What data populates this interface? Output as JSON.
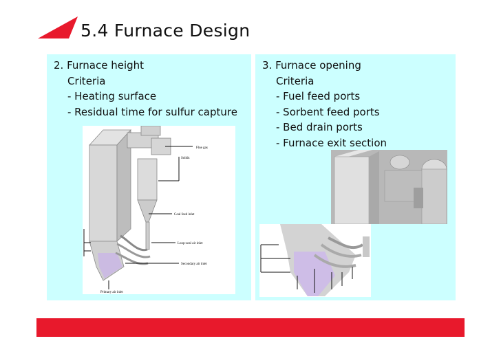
{
  "slide": {
    "title": "5.4 Furnace Design",
    "accent_color": "#e8192c"
  },
  "left_panel": {
    "heading": "2. Furnace height",
    "criteria_label": "Criteria",
    "items": [
      "- Heating surface",
      "- Residual time for sulfur capture"
    ]
  },
  "right_panel": {
    "heading": "3. Furnace opening",
    "criteria_label": "Criteria",
    "items": [
      "- Fuel feed ports",
      "- Sorbent feed ports",
      "- Bed drain ports",
      "- Furnace exit section"
    ]
  },
  "figure_left": {
    "labels": [
      "Flue gas",
      "Solids",
      "Coal feed inlet",
      "Loop-seal air inlet",
      "Secondary air inlet",
      "Primary air inlet"
    ]
  },
  "figure_right": {
    "icon": "furnace-opening-illustration"
  }
}
